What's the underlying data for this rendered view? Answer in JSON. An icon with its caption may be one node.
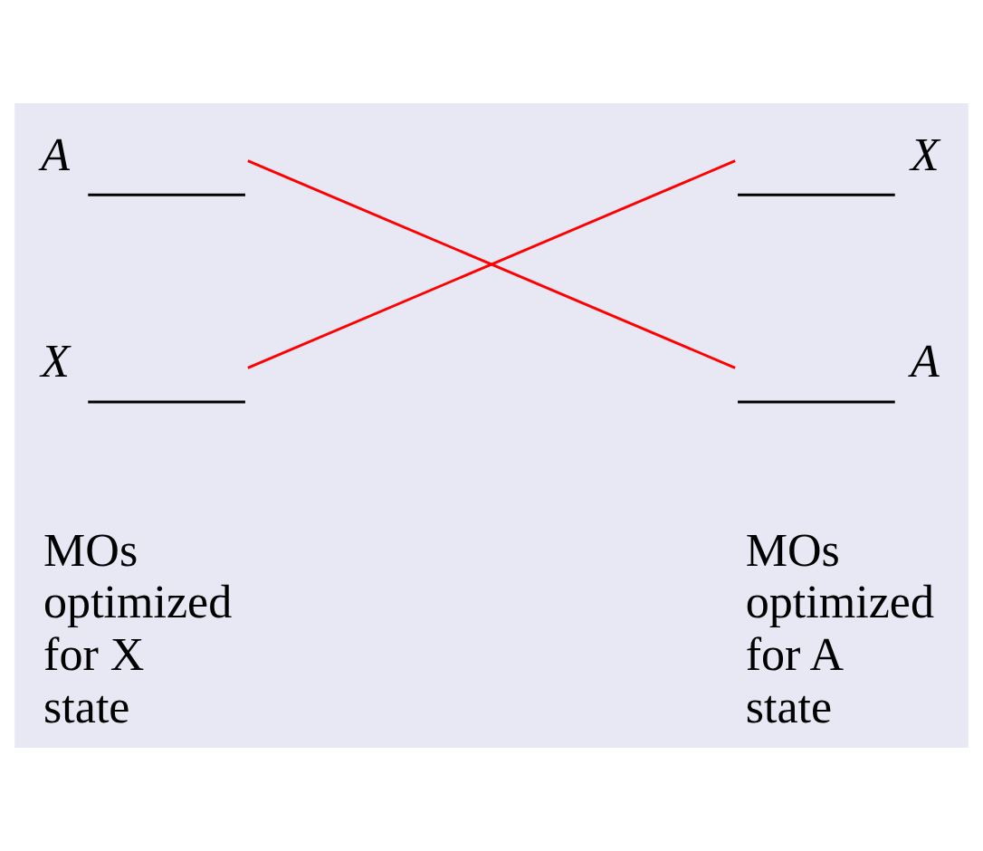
{
  "diagram": {
    "nodes": [
      {
        "text": [
          "A"
        ]
      },
      {
        "text": [
          "X"
        ]
      },
      {
        "text": [
          "X"
        ]
      },
      {
        "text": [
          "A"
        ]
      }
    ],
    "edges": [
      {
        "from": 0,
        "to": 3,
        "arrow": "none"
      },
      {
        "from": 1,
        "to": 2,
        "arrow": "none"
      }
    ],
    "labels": [
      "MOs optimized for X state",
      "MOs optimized for A state"
    ]
  }
}
